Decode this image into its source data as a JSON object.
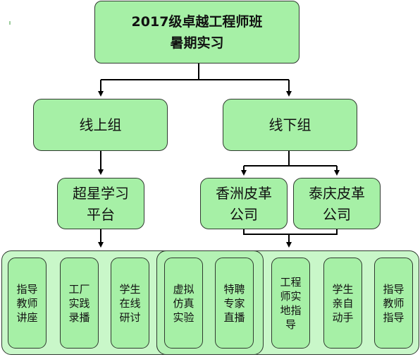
{
  "diagram": {
    "root": {
      "line1": "2017级卓越工程师班",
      "line2": "暑期实习"
    },
    "branches": {
      "online": "线上组",
      "offline": "线下组"
    },
    "platforms": {
      "chaoxing": {
        "line1": "超星学习",
        "line2": "平台"
      },
      "xiangzhou": {
        "line1": "香洲皮革",
        "line2": "公司"
      },
      "taiqing": {
        "line1": "泰庆皮革",
        "line2": "公司"
      }
    },
    "activities": [
      "指导教师讲座",
      "工厂实践录播",
      "学生在线研讨",
      "虚拟仿真实验",
      "特聘专家直播",
      "工程师实地指导",
      "学生亲自动手",
      "指导教师指导"
    ]
  },
  "colors": {
    "node_fill": "#a6f0a6",
    "group_fill": "#c9f7c9",
    "overlap_fill": "#b4f2b4",
    "line": "#000000"
  }
}
